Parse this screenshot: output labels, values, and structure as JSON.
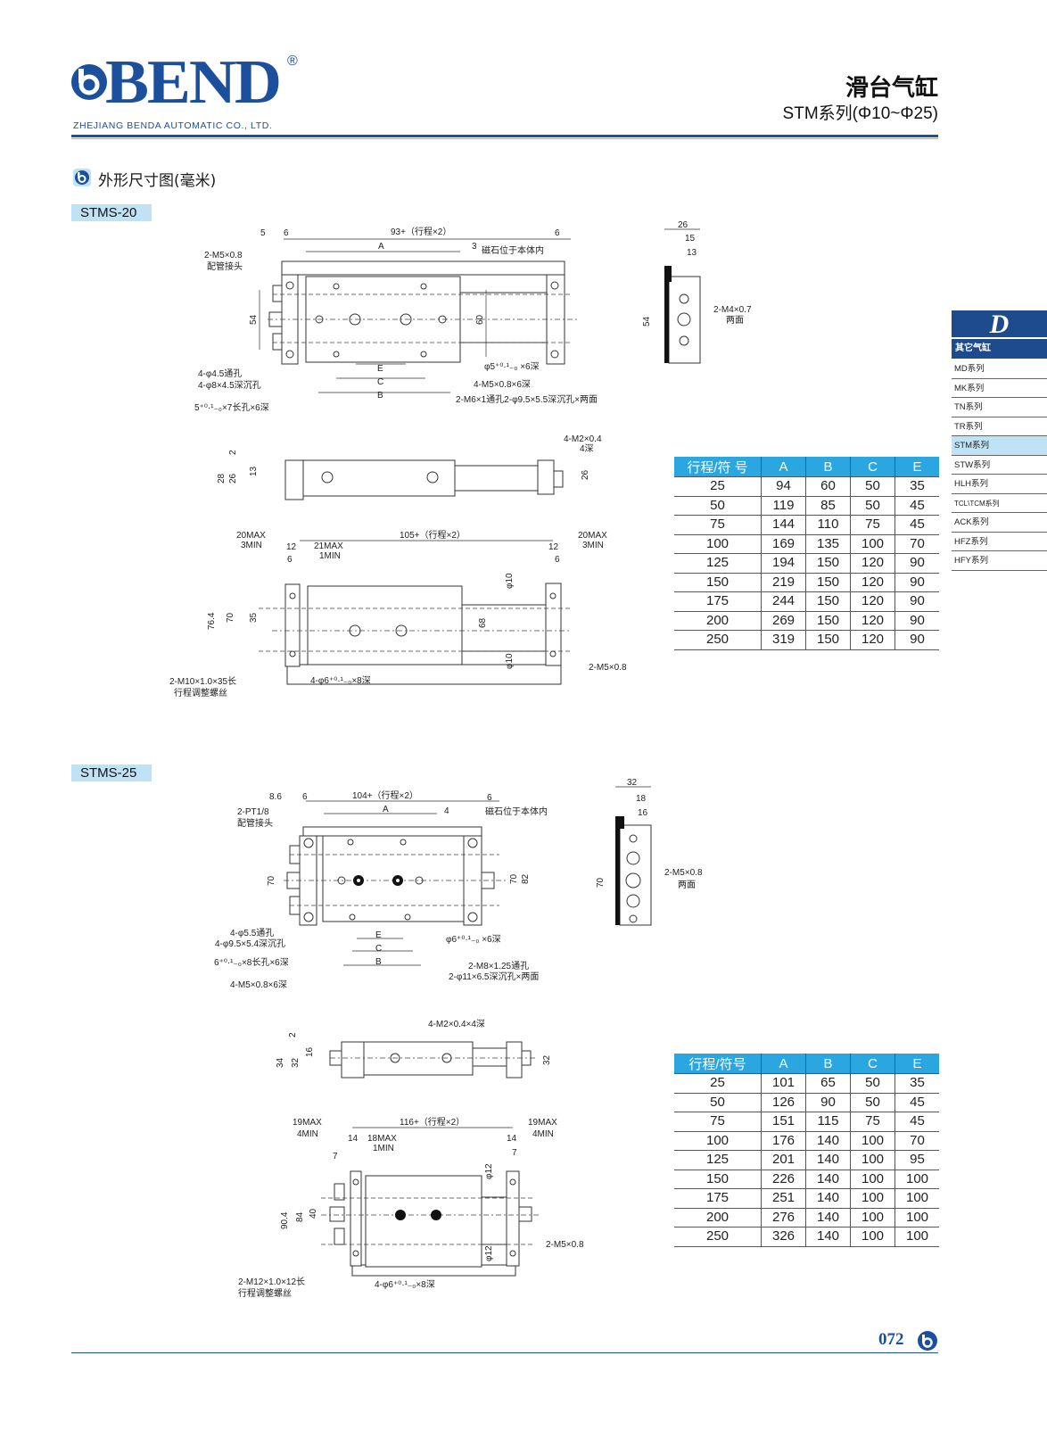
{
  "header": {
    "logo_text": "BEND",
    "registered_mark": "®",
    "company": "ZHEJIANG BENDA  AUTOMATIC CO., LTD.",
    "title": "滑台气缸",
    "subtitle": "STM系列(Φ10~Φ25)"
  },
  "section_title": "外形尺寸图(毫米)",
  "side_tab": {
    "letter": "D",
    "category": "其它气缸",
    "items": [
      "MD系列",
      "MK系列",
      "TN系列",
      "TR系列",
      "STM系列",
      "STW系列",
      "HLH系列",
      "TCL\\TCM系列",
      "ACK系列",
      "HFZ系列",
      "HFY系列"
    ],
    "active": "STM系列"
  },
  "models": [
    {
      "name": "STMS-20",
      "table": {
        "headers": [
          "行程/符 号",
          "A",
          "B",
          "C",
          "E"
        ],
        "rows": [
          [
            "25",
            "94",
            "60",
            "50",
            "35"
          ],
          [
            "50",
            "119",
            "85",
            "50",
            "45"
          ],
          [
            "75",
            "144",
            "110",
            "75",
            "45"
          ],
          [
            "100",
            "169",
            "135",
            "100",
            "70"
          ],
          [
            "125",
            "194",
            "150",
            "120",
            "90"
          ],
          [
            "150",
            "219",
            "150",
            "120",
            "90"
          ],
          [
            "175",
            "244",
            "150",
            "120",
            "90"
          ],
          [
            "200",
            "269",
            "150",
            "120",
            "90"
          ],
          [
            "250",
            "319",
            "150",
            "120",
            "90"
          ]
        ]
      },
      "top_labels": [
        "5",
        "6",
        "93+（行程×2）",
        "6",
        "A",
        "3",
        "磁石位于本体内",
        "2-M5×0.8",
        "配管接头",
        "54",
        "60",
        "4-φ4.5通孔",
        "4-φ8×4.5深沉孔",
        "E",
        "C",
        "B",
        "φ5⁺⁰·¹₋₀ ×6深",
        "4-M5×0.8×6深",
        "2-M6×1通孔2-φ9.5×5.5深沉孔×两面",
        "5⁺⁰·¹₋₀×7长孔×6深"
      ],
      "end_labels": [
        "26",
        "15",
        "13",
        "54",
        "2-M4×0.7",
        "两面"
      ],
      "side_labels": [
        "2",
        "28",
        "26",
        "13",
        "4-M2×0.4",
        "4深",
        "26"
      ],
      "bottom_labels": [
        "20MAX",
        "3MIN",
        "12",
        "6",
        "21MAX",
        "1MIN",
        "105+（行程×2）",
        "12",
        "6",
        "20MAX",
        "3MIN",
        "76.4",
        "70",
        "35",
        "φ10",
        "68",
        "φ10",
        "2-M5×0.8",
        "2-M10×1.0×35长",
        "行程调整螺丝",
        "4-φ6⁺⁰·¹₋₀×8深"
      ]
    },
    {
      "name": "STMS-25",
      "table": {
        "headers": [
          "行程/符号",
          "A",
          "B",
          "C",
          "E"
        ],
        "rows": [
          [
            "25",
            "101",
            "65",
            "50",
            "35"
          ],
          [
            "50",
            "126",
            "90",
            "50",
            "45"
          ],
          [
            "75",
            "151",
            "115",
            "75",
            "45"
          ],
          [
            "100",
            "176",
            "140",
            "100",
            "70"
          ],
          [
            "125",
            "201",
            "140",
            "100",
            "95"
          ],
          [
            "150",
            "226",
            "140",
            "100",
            "100"
          ],
          [
            "175",
            "251",
            "140",
            "100",
            "100"
          ],
          [
            "200",
            "276",
            "140",
            "100",
            "100"
          ],
          [
            "250",
            "326",
            "140",
            "100",
            "100"
          ]
        ]
      },
      "top_labels": [
        "8.6",
        "6",
        "104+（行程×2）",
        "6",
        "A",
        "4",
        "磁石位于本体内",
        "2-PT1/8",
        "配管接头",
        "70",
        "70",
        "82",
        "4-φ5.5通孔",
        "4-φ9.5×5.4深沉孔",
        "E",
        "C",
        "B",
        "φ6⁺⁰·¹₋₀ ×6深",
        "6⁺⁰·¹₋₀×8长孔×6深",
        "2-M8×1.25通孔",
        "2-φ11×6.5深沉孔×两面",
        "4-M5×0.8×6深"
      ],
      "end_labels": [
        "32",
        "18",
        "16",
        "70",
        "2-M5×0.8",
        "两面"
      ],
      "side_labels": [
        "2",
        "34",
        "32",
        "16",
        "4-M2×0.4×4深",
        "32"
      ],
      "bottom_labels": [
        "19MAX",
        "4MIN",
        "14",
        "18MAX",
        "1MIN",
        "116+（行程×2）",
        "7",
        "14",
        "7",
        "19MAX",
        "4MIN",
        "90.4",
        "84",
        "40",
        "φ12",
        "φ12",
        "2-M5×0.8",
        "2-M12×1.0×12长",
        "行程调整螺丝",
        "4-φ6⁺⁰·¹₋₀×8深"
      ]
    }
  ],
  "footer": {
    "page_number": "072"
  },
  "colors": {
    "brand_blue": "#1c4f9c",
    "table_header": "#2aa6e0",
    "highlight": "#bfe3f5"
  }
}
